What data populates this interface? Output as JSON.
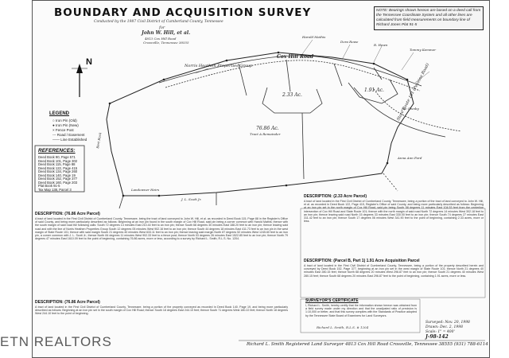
{
  "document": {
    "title": "BOUNDARY AND ACQUISITION SURVEY",
    "subtitle_line1": "Conducted by the 1987 Civil District of Cumberland County, Tennessee",
    "subtitle_for": "for",
    "client_name": "John W. Hill, et al.",
    "client_addr1": "4813 Cox Hill Road",
    "client_addr2": "Crossville, Tennessee 38555"
  },
  "note_box": {
    "text": "NOTE: Bearings shown hereon are based on a deed call from the Tennessee Coordinate System and all other lines are calculated from field measurements on boundary line of Richard Jones Plat 91-5"
  },
  "north_label": "N",
  "legend": {
    "title": "LEGEND",
    "items": [
      "○ Iron Pin (Old)",
      "● Iron Pin (New)",
      "× Fence Post",
      "--- Road / Easement",
      "—— Line Established"
    ]
  },
  "references": {
    "title": "REFERENCES:",
    "items": [
      "Deed Book 90, Page 571",
      "Deed Book 101, Page 302",
      "Deed Book 115, Page 88",
      "Deed Book 122, Page 415",
      "Deed Book 134, Page 260",
      "Deed Book 140, Page 19",
      "Deed Book 152, Page 377",
      "Deed Book 160, Page 203",
      "Plat Book 91-5",
      "Tax Map 138, Parcel 3"
    ]
  },
  "map_labels": {
    "tract_main": "76.86 Ac.",
    "tract_sub": "Tract A Remainder",
    "tract_small": "2.33 Ac.",
    "tract_small2": "1.91 Ac.",
    "road_name": "Cox Hill Road",
    "hwy_name": "State Route 101 (Peavine Road)",
    "adjoiner_top": "Norris Heathen Properties Group",
    "adjoiner_left": "Bert Buck",
    "adjoiner_bottom": "Landowner Heirs",
    "adjoiner_bottom2": "J. L. Scott Jr.",
    "adjoiner_right": "Anna Ann Ford",
    "adjoiner_right2": "Joe Ownby",
    "adjoiner_top2": "Harold Mathis",
    "adjoiner_top3": "Dora Rowe",
    "adjoiner_top4": "R. Hawn",
    "adjoiner_top5": "Tommy Kemmer"
  },
  "description_left": {
    "heading1": "DESCRIPTION: (76.86 Acre Parcel)",
    "body1": "A tract of land located in the First Civil District of Cumberland County, Tennessee, being the tract of land conveyed to John W. Hill, et al. as recorded in Deed Book 115, Page 88 in the Register's Office of said County, and being more particularly described as follows: Beginning at an iron pin found in the south margin of Cox Hill Road, said pin being a corner common with Harold Mathis; thence with the south margin of said road the following calls: South 72 degrees 14 minutes East 210.44 feet to an iron pin; thence South 68 degrees 30 minutes East 188.20 feet to an iron pin; thence leaving said road and with the line of Norris Heathen Properties Group South 12 degrees 05 minutes West 902.16 feet to an iron pin; thence South 44 degrees 18 minutes East 411.73 feet to an iron pin in the west margin of State Route 101; thence with said margin South 21 degrees 40 minutes West 633.11 feet to an iron pin; thence leaving said margin North 87 degrees 52 minutes West 1245.60 feet to an iron pin, a corner common with J. L. Scott Jr.; thence North 84 degrees 11 minutes West 902.33 feet to a fence post; thence North 03 degrees 26 minutes East 1522.85 feet to an iron pin; thence North 79 degrees 47 minutes East 1610.09 feet to the point of beginning, containing 76.86 acres, more or less, according to a survey by Richard L. Smith, R.L.S. No. 1204.",
    "heading2": "DESCRIPTION: (76.86 Acre Parcel)",
    "body2": "A tract of land located in the First Civil District of Cumberland County, Tennessee, being a portion of the property conveyed as recorded in Deed Book 140, Page 19, and being more particularly described as follows: Beginning at an iron pin set in the south margin of Cox Hill Road; thence South 18 degrees East 244.10 feet; thence South 71 degrees West 180.22 feet; thence North 18 degrees West 244.10 feet to the point of beginning."
  },
  "description_right": {
    "heading1": "DESCRIPTION: (2.33 Acre Parcel)",
    "body1": "A tract of land located in the First Civil District of Cumberland County, Tennessee, being a portion of the tract of land conveyed to John W. Hill, et al. as recorded in Deed Book 122, Page 415, Register's Office of said County, and being more particularly described as follows: Beginning at an iron pin set in the north margin of Cox Hill Road, said pin being South 58 degrees 11 minutes East 104.53 feet from the centerline intersection of Cox Hill Road and State Route 101; thence with the north margin of said road North 72 degrees 14 minutes West 302.18 feet to an iron pin; thence leaving said road North 15 degrees 33 minutes East 330.00 feet to an iron pin; thence South 74 degrees 27 minutes East 311.42 feet to an iron pin; thence South 17 degrees 06 minutes West 341.90 feet to the point of beginning, containing 2.33 acres, more or less.",
    "heading2": "DESCRIPTION: (Parcel B, Part 1) 1.91 Acre Acquisition Parcel",
    "body2": "A tract of land located in the First Civil District of Cumberland County, Tennessee, being a portion of the property described herein and conveyed by Deed Book 152, Page 377, beginning at an iron pin set in the west margin of State Route 101; thence North 21 degrees 40 minutes East 280.15 feet; thence North 68 degrees 20 minutes West 296.87 feet to an iron pin; thence South 21 degrees 40 minutes West 280.15 feet; thence South 68 degrees 20 minutes East 296.87 feet to the point of beginning, containing 1.91 acres, more or less."
  },
  "certificate": {
    "title": "SURVEYOR'S CERTIFICATE",
    "body": "I, Richard L. Smith, hereby certify that the information shown hereon was obtained from a field survey made under my direction and that the unadjusted ratio of precision is 1:10,000 or better, and that this survey complies with the Standards of Practice adopted by the Tennessee State Board of Examiners for Land Surveyors.",
    "signature": "Richard L. Smith, R.L.S. # 1204"
  },
  "footer": {
    "surveyor_line": "Richard L. Smith  Registered Land Surveyor  4813 Cox Hill Road  Crossville, Tennessee 38555  (931) 788-6114",
    "date1": "Surveyed: Nov. 20, 1998",
    "date2": "Drawn: Dec. 2, 1998",
    "date3": "Scale: 1\" = 400'",
    "job_no": "J-98-142"
  },
  "watermark": "ETN REALTORS"
}
